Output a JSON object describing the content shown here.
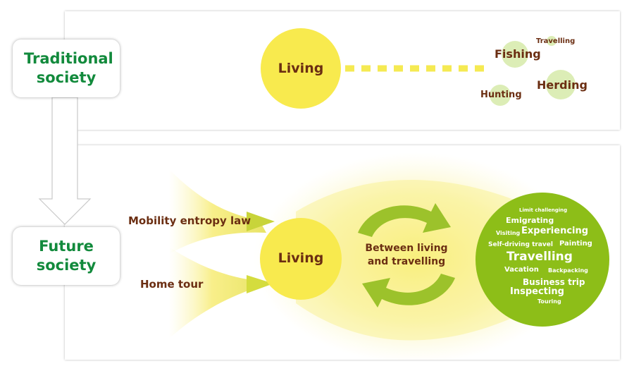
{
  "societies": {
    "traditional": "Traditional society",
    "future": "Future society"
  },
  "traditional_panel": {
    "living": "Living",
    "activities": {
      "fishing": "Fishing",
      "travelling": "Travelling",
      "herding": "Herding",
      "hunting": "Hunting"
    }
  },
  "future_panel": {
    "mobility_law": "Mobility entropy law",
    "home_tour": "Home tour",
    "living": "Living",
    "between": "Between living and travelling",
    "travel_words": {
      "limit_challenging": "Limit challenging",
      "emigrating": "Emigrating",
      "visiting": "Visiting",
      "experiencing": "Experiencing",
      "self_driving": "Self-driving travel",
      "painting": "Painting",
      "travelling": "Travelling",
      "vacation": "Vacation",
      "backpacking": "Backpacking",
      "business_trip": "Business trip",
      "inspecting": "Inspecting",
      "touring": "Touring"
    }
  },
  "colors": {
    "living_yellow": "#f8ea4e",
    "travel_green": "#8dbe18",
    "small_circle_green": "#dcedb6",
    "society_text_green": "#128a3c",
    "label_brown": "#6b2e12",
    "arrow_green": "#9cc22b"
  }
}
